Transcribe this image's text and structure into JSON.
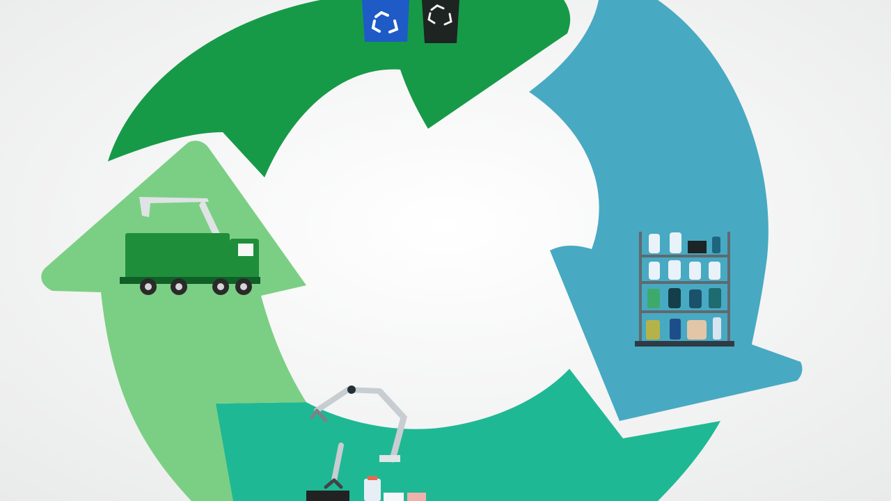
{
  "diagram": {
    "type": "recycling-cycle",
    "background": {
      "center": "#ffffff",
      "edge": "#e9eaea"
    },
    "stages": [
      {
        "id": "collection-bins",
        "arrow_color": "#169a48",
        "icons": [
          "recycling-bin-icon",
          "trash-bin-icon"
        ],
        "icon_colors": [
          "#1e5bc6",
          "#1d2422"
        ]
      },
      {
        "id": "retail-shelf",
        "arrow_color": "#48a9c2",
        "icons": [
          "store-shelf-icon"
        ],
        "icon_colors": [
          "#5f6a6f"
        ]
      },
      {
        "id": "sorting-facility",
        "arrow_color": "#1fb894",
        "icons": [
          "robotic-arm-icon",
          "robotic-arm-icon",
          "robotic-arm-icon",
          "sorting-bin-icon",
          "bottle-icon"
        ],
        "icon_colors": [
          "#c7cdd1",
          "#222222"
        ]
      },
      {
        "id": "garbage-truck",
        "arrow_color": "#7bcf84",
        "icons": [
          "garbage-truck-icon",
          "crane-arm-icon"
        ],
        "icon_colors": [
          "#1f8e3a",
          "#dfe3e5"
        ]
      }
    ]
  }
}
